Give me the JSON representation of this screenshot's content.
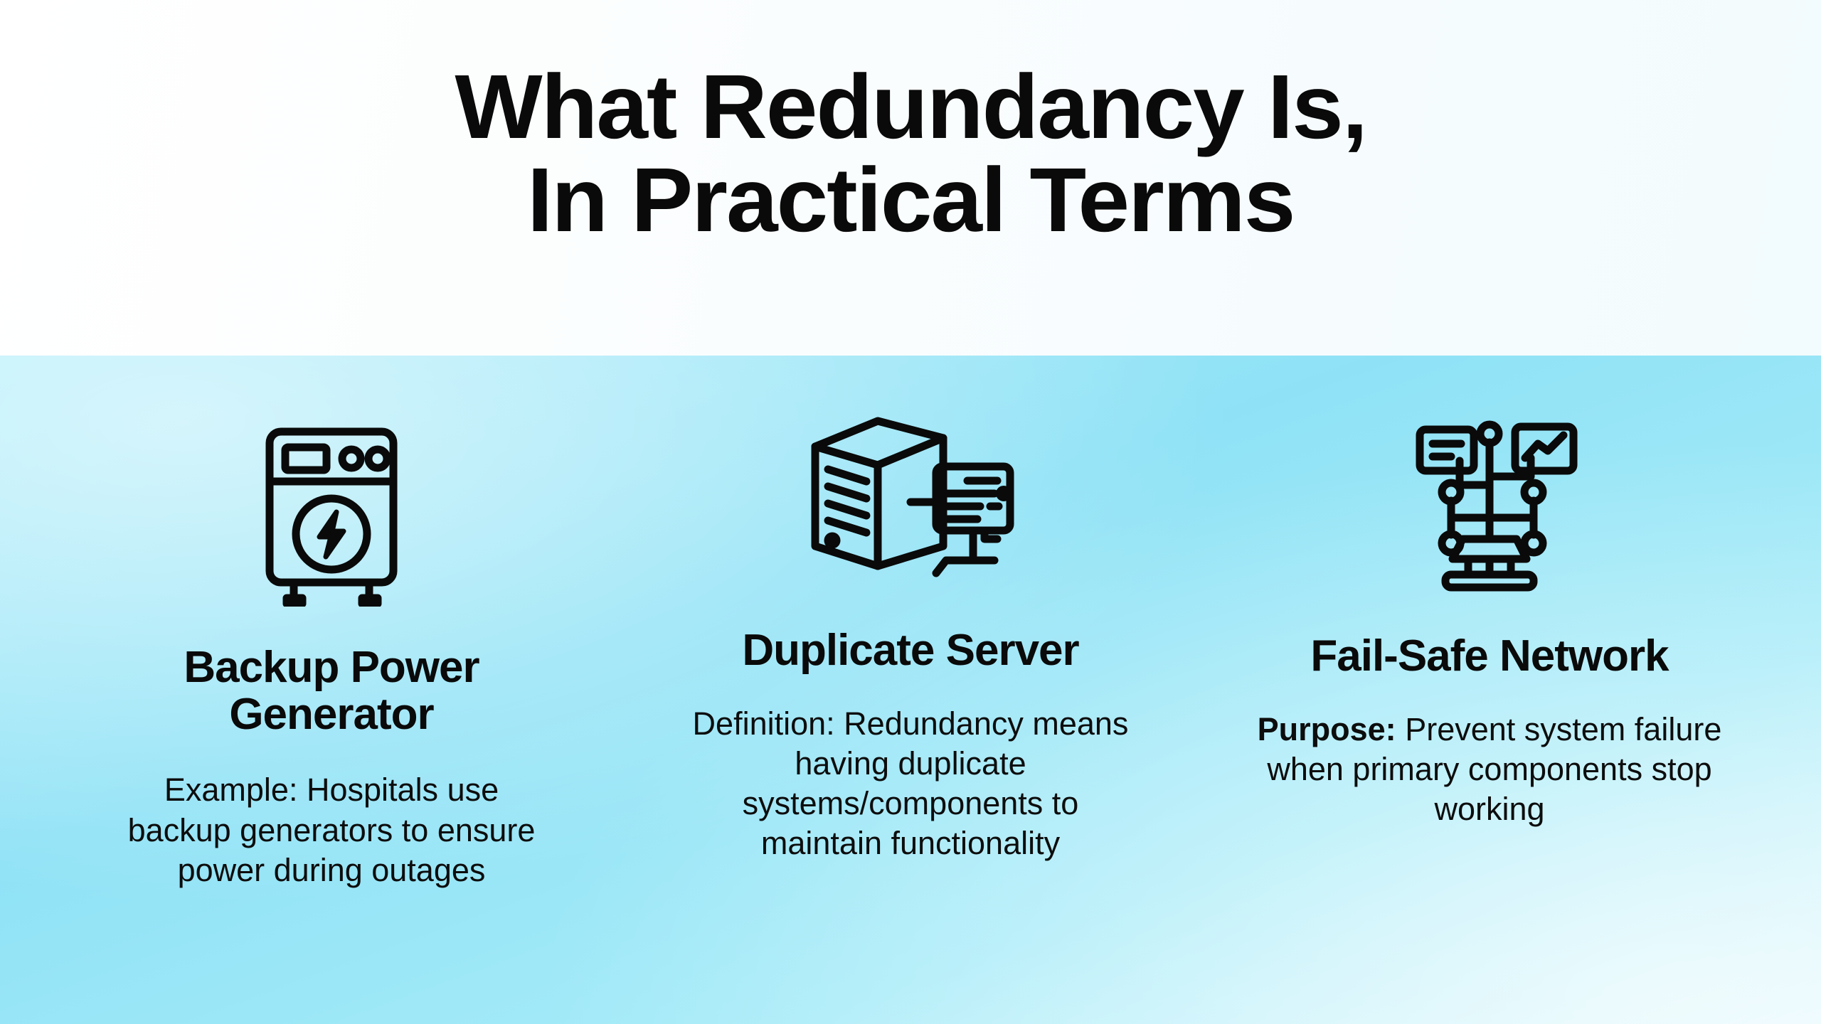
{
  "header": {
    "title_line_1": "What Redundancy Is,",
    "title_line_2": "In Practical Terms"
  },
  "colors": {
    "header_background": "#fafdfe",
    "panel_background_start": "#a9ebf9",
    "panel_background_mid": "#8fe2f6",
    "panel_background_end": "#dff7fc",
    "text": "#0a0a0a",
    "icon_stroke": "#0a0a0a"
  },
  "columns": [
    {
      "icon_name": "backup-power-generator-icon",
      "title": "Backup Power Generator",
      "lead": "Example:",
      "lead_bold": false,
      "body": "Hospitals use backup generators to ensure power during outages",
      "full_body": "Example: Hospitals use backup generators to ensure power during outages"
    },
    {
      "icon_name": "duplicate-server-icon",
      "title": "Duplicate Server",
      "lead": "Definition:",
      "lead_bold": false,
      "body": "Redundancy means having duplicate systems/components to maintain functionality",
      "full_body": "Definition: Redundancy means having duplicate systems/components to maintain functionality"
    },
    {
      "icon_name": "fail-safe-network-icon",
      "title": "Fail-Safe Network",
      "lead": "Purpose:",
      "lead_bold": true,
      "body": "Prevent system failure when primary components stop working",
      "full_body": "Purpose: Prevent system failure when primary components stop working"
    }
  ]
}
